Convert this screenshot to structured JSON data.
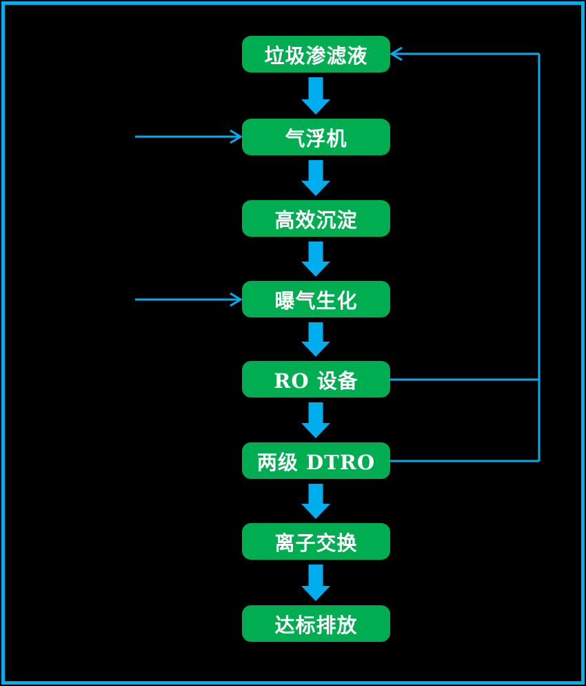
{
  "colors": {
    "background": "#000000",
    "box_green": "#00AD50",
    "arrow_blue": "#00AEEF",
    "frame_blue": "#00B0F0",
    "text_white": "#FFFFFF"
  },
  "flowchart": {
    "nodes": [
      {
        "label": "垃圾渗滤液"
      },
      {
        "label": "气浮机"
      },
      {
        "label": "高效沉淀"
      },
      {
        "label": "曝气生化"
      },
      {
        "label": "RO 设备"
      },
      {
        "label": "两级 DTRO"
      },
      {
        "label": "离子交换"
      },
      {
        "label": "达标排放"
      }
    ],
    "edges": [
      {
        "from": "垃圾渗滤液",
        "to": "气浮机",
        "type": "thick-down-arrow"
      },
      {
        "from": "气浮机",
        "to": "高效沉淀",
        "type": "thick-down-arrow"
      },
      {
        "from": "高效沉淀",
        "to": "曝气生化",
        "type": "thick-down-arrow"
      },
      {
        "from": "曝气生化",
        "to": "RO 设备",
        "type": "thick-down-arrow"
      },
      {
        "from": "RO 设备",
        "to": "两级 DTRO",
        "type": "thick-down-arrow"
      },
      {
        "from": "两级 DTRO",
        "to": "离子交换",
        "type": "thick-down-arrow"
      },
      {
        "from": "离子交换",
        "to": "达标排放",
        "type": "thick-down-arrow"
      },
      {
        "from": "RO 设备",
        "to": "垃圾渗滤液",
        "type": "recycle-line-right-side"
      },
      {
        "from": "两级 DTRO",
        "to": "垃圾渗滤液",
        "type": "recycle-line-right-side"
      },
      {
        "from": "external-left",
        "to": "气浮机",
        "type": "input-arrow"
      },
      {
        "from": "external-left",
        "to": "曝气生化",
        "type": "input-arrow"
      }
    ]
  }
}
